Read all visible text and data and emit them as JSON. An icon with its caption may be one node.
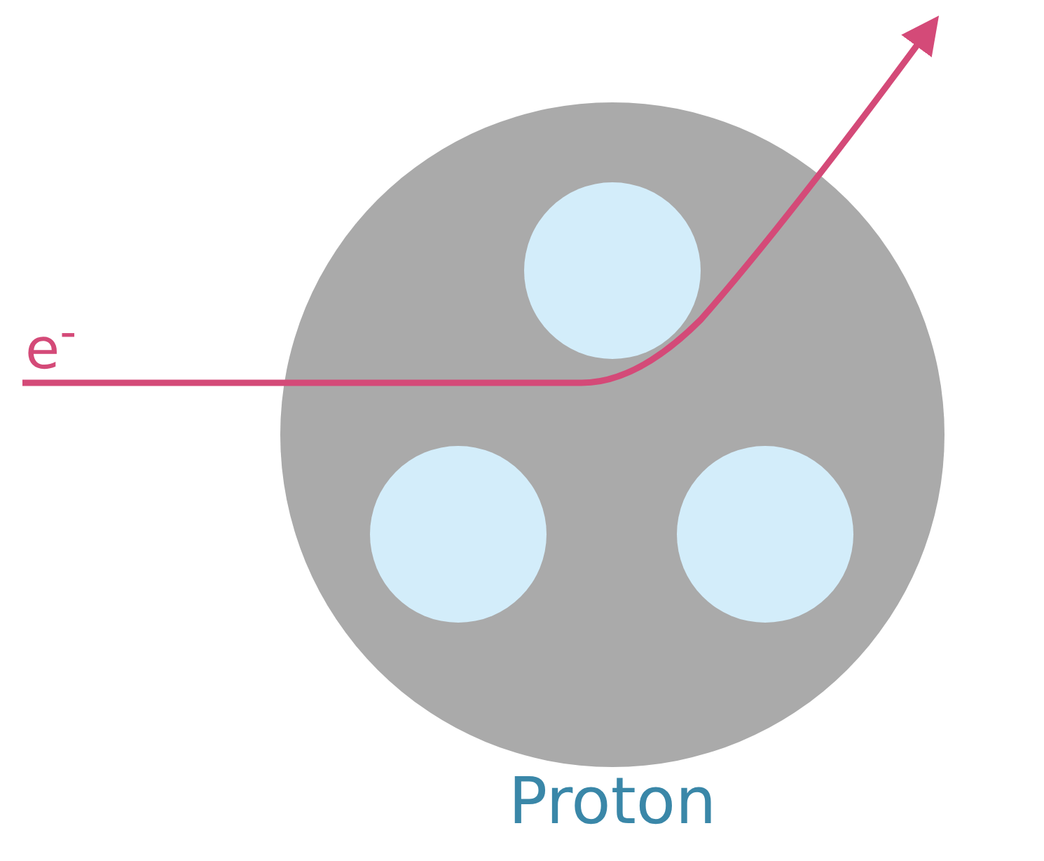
{
  "diagram": {
    "nodes": [
      {
        "text": [
          "Proton"
        ]
      },
      {
        "text": [],
        "shape": "circle",
        "in": 0
      },
      {
        "text": [],
        "shape": "circle",
        "in": 0
      },
      {
        "text": [],
        "shape": "circle",
        "in": 0
      }
    ],
    "labels": [
      "e$^{-}$"
    ]
  }
}
